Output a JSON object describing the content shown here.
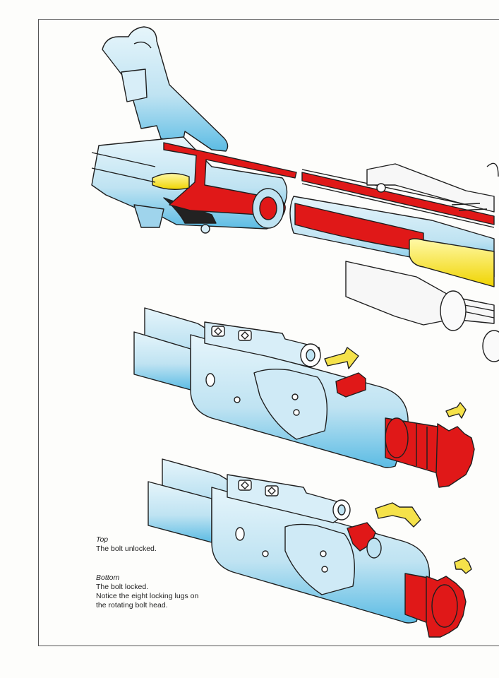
{
  "captions": {
    "top": {
      "title": "Top",
      "lines": [
        "The bolt unlocked."
      ]
    },
    "bottom": {
      "title": "Bottom",
      "lines": [
        "The bolt locked.",
        "Notice the eight locking lugs on",
        "the rotating bolt head."
      ]
    }
  },
  "colors": {
    "steel": "#bfe3f2",
    "steel_shade": "#6cc3e6",
    "gas_red": "#e01818",
    "brass": "#f6e61c",
    "arrow_yellow": "#f5e24a",
    "outline": "#1f1f1f"
  },
  "illustration": {
    "subject": "gas-operated rotating bolt mechanism cutaway",
    "panels": [
      "barrel-gas-system-cutaway",
      "bolt-unlocked",
      "bolt-locked"
    ],
    "icons": [
      "rotation-arrow-icon",
      "rotation-arrow-icon",
      "rotation-arrow-icon",
      "rotation-arrow-icon"
    ]
  }
}
